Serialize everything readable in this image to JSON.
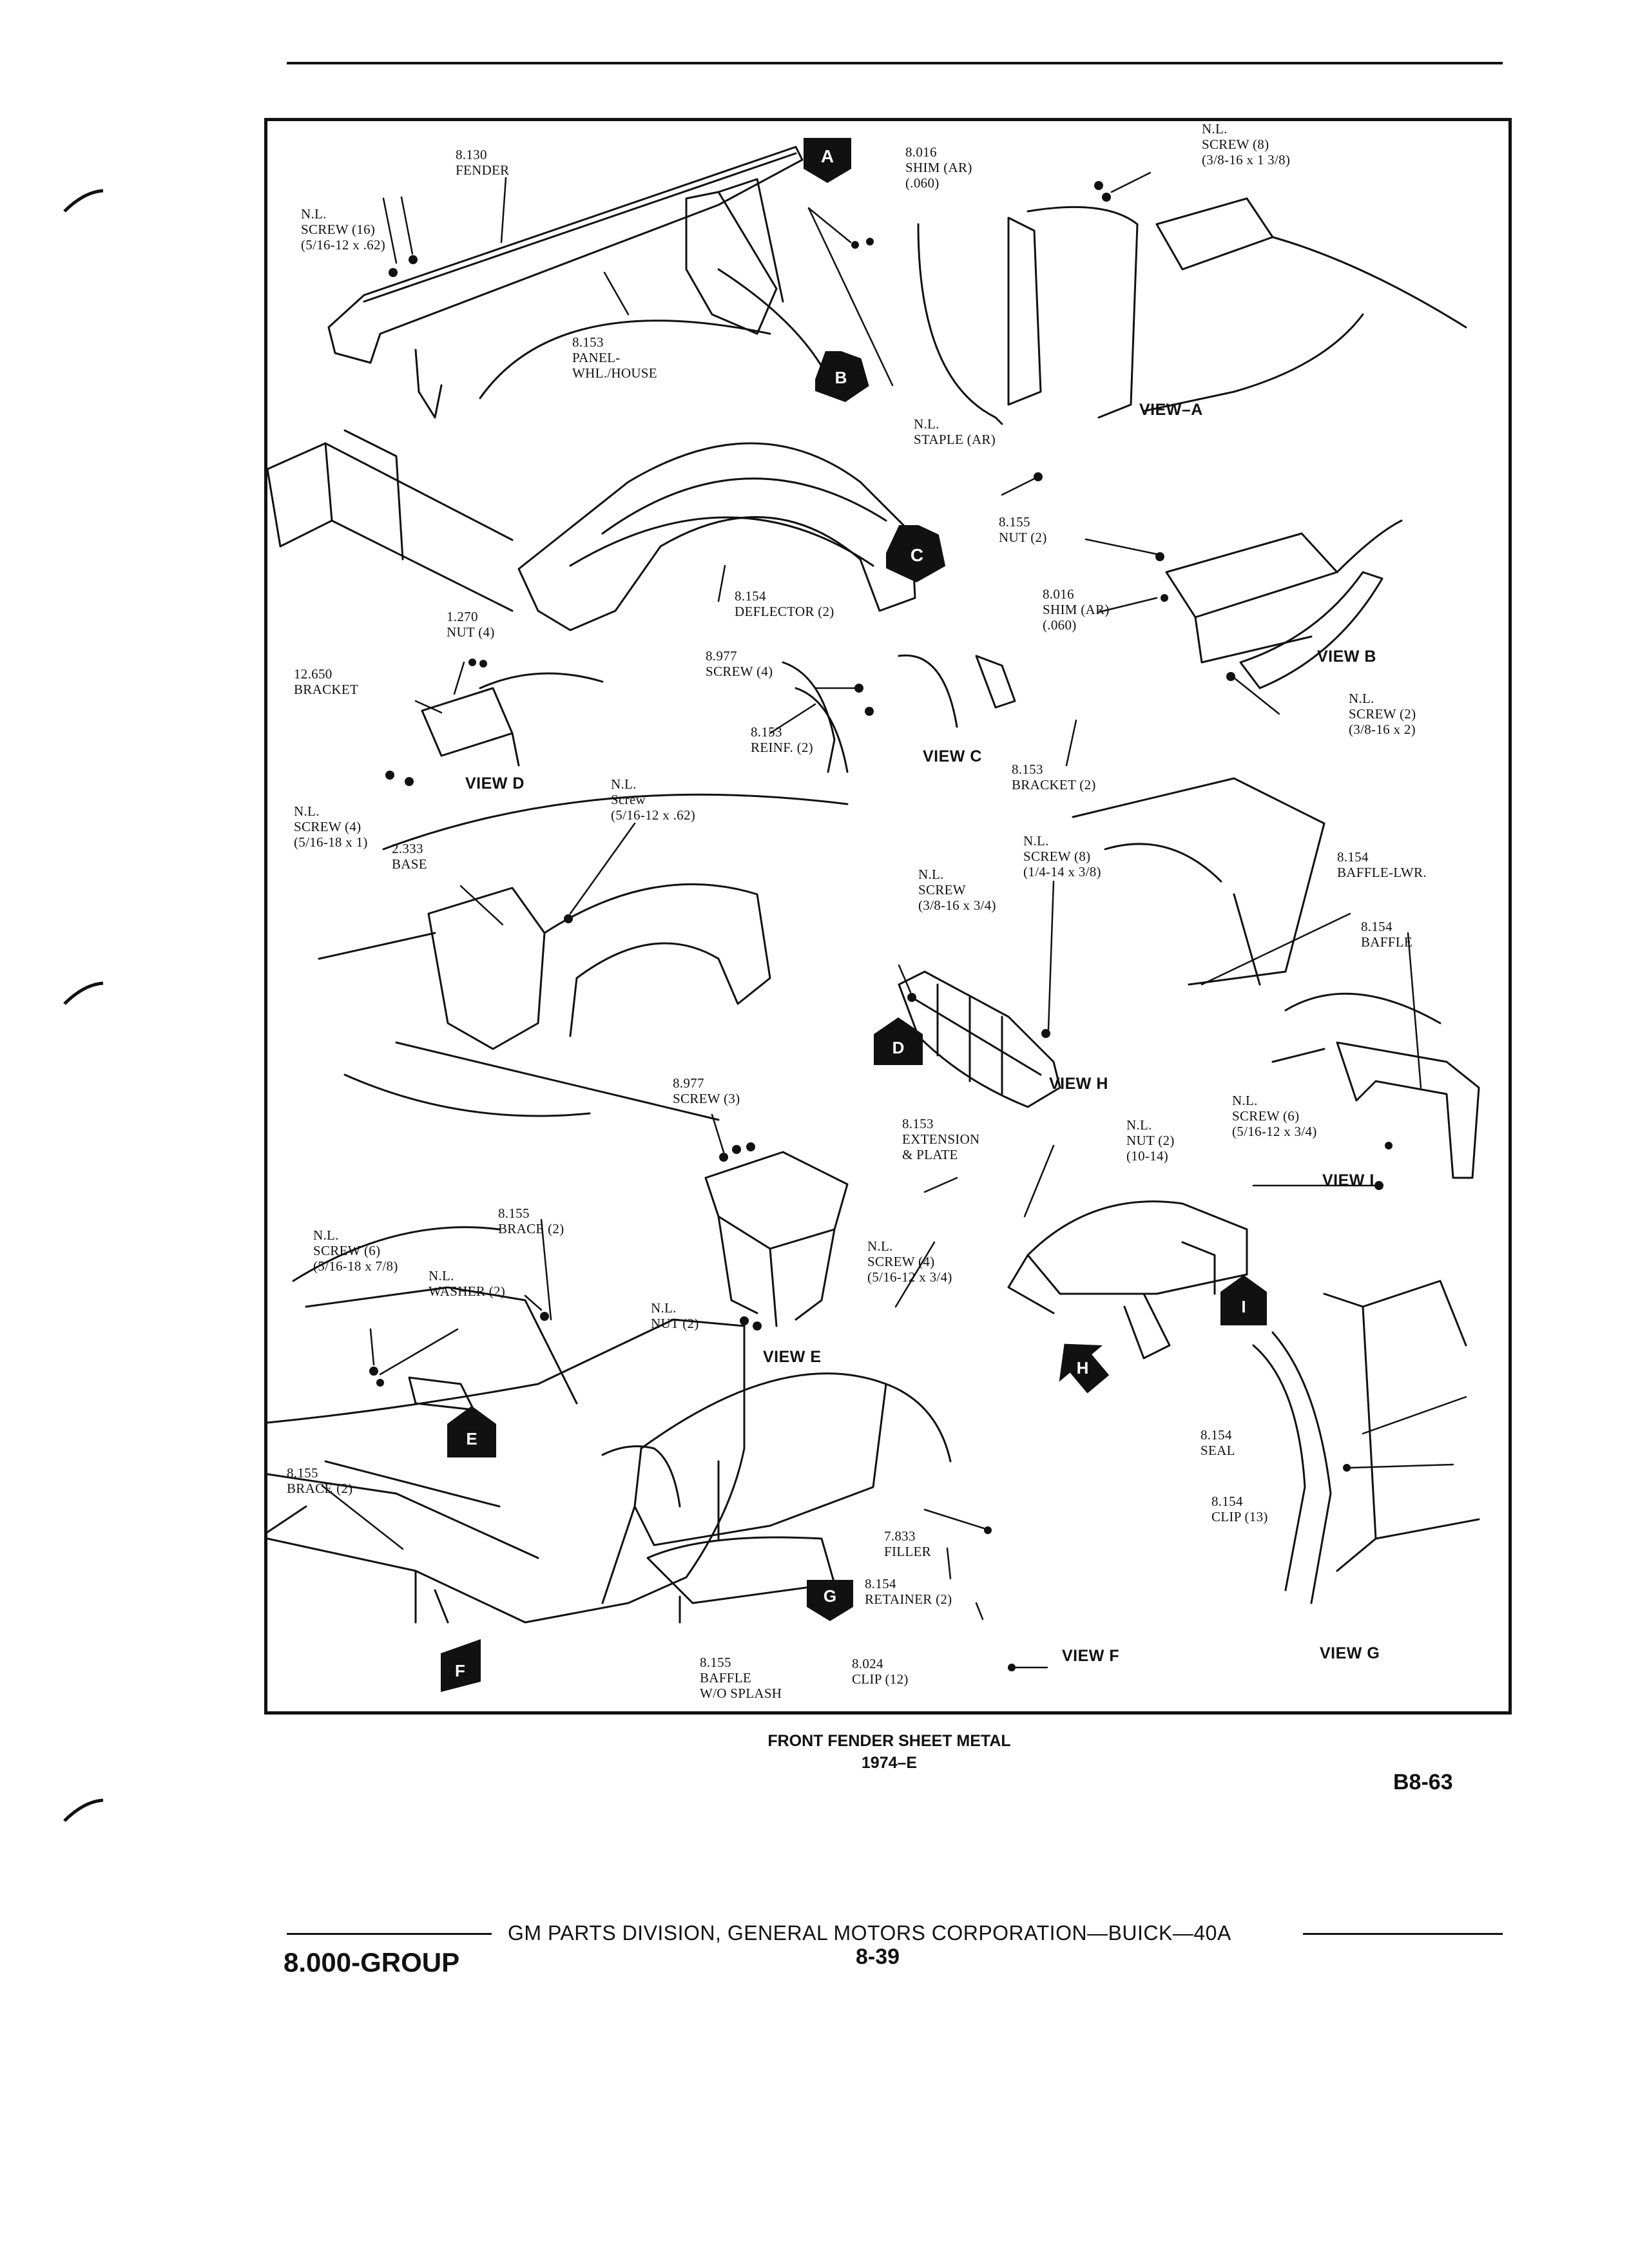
{
  "diagram": {
    "parts": [
      {
        "id": "fender",
        "lines": [
          "8.130",
          "FENDER"
        ]
      },
      {
        "id": "screw-16",
        "lines": [
          "N.L.",
          "SCREW (16)",
          "(5/16-12 x .62)"
        ]
      },
      {
        "id": "panel-whl-house",
        "lines": [
          "8.153",
          "PANEL-",
          "WHL./HOUSE"
        ]
      },
      {
        "id": "shim-a",
        "lines": [
          "8.016",
          "SHIM (AR)",
          "(.060)"
        ]
      },
      {
        "id": "screw-8-a",
        "lines": [
          "N.L.",
          "SCREW (8)",
          "(3/8-16 x 1 3/8)"
        ]
      },
      {
        "id": "staple",
        "lines": [
          "N.L.",
          "STAPLE (AR)"
        ]
      },
      {
        "id": "deflector",
        "lines": [
          "8.154",
          "DEFLECTOR (2)"
        ]
      },
      {
        "id": "nut-b",
        "lines": [
          "8.155",
          "NUT (2)"
        ]
      },
      {
        "id": "shim-b",
        "lines": [
          "8.016",
          "SHIM (AR)",
          "(.060)"
        ]
      },
      {
        "id": "screw-2-b",
        "lines": [
          "N.L.",
          "SCREW (2)",
          "(3/8-16 x 2)"
        ]
      },
      {
        "id": "nut-4-d",
        "lines": [
          "1.270",
          "NUT (4)"
        ]
      },
      {
        "id": "bracket-d",
        "lines": [
          "12.650",
          "BRACKET"
        ]
      },
      {
        "id": "screw-4-d",
        "lines": [
          "N.L.",
          "SCREW (4)",
          "(5/16-18 x 1)"
        ]
      },
      {
        "id": "screw-4-c",
        "lines": [
          "8.977",
          "SCREW (4)"
        ]
      },
      {
        "id": "reinf-c",
        "lines": [
          "8.153",
          "REINF. (2)"
        ]
      },
      {
        "id": "bracket-c",
        "lines": [
          "8.153",
          "BRACKET (2)"
        ]
      },
      {
        "id": "screw-base",
        "lines": [
          "N.L.",
          "Screw",
          "(5/16-12 x .62)"
        ]
      },
      {
        "id": "base",
        "lines": [
          "2.333",
          "BASE"
        ]
      },
      {
        "id": "screw-38",
        "lines": [
          "N.L.",
          "SCREW",
          "(3/8-16 x 3/4)"
        ]
      },
      {
        "id": "screw-8-h",
        "lines": [
          "N.L.",
          "SCREW (8)",
          "(1/4-14 x 3/8)"
        ]
      },
      {
        "id": "baffle-lwr",
        "lines": [
          "8.154",
          "BAFFLE-LWR."
        ]
      },
      {
        "id": "baffle-h",
        "lines": [
          "8.154",
          "BAFFLE"
        ]
      },
      {
        "id": "screw-3-e",
        "lines": [
          "8.977",
          "SCREW (3)"
        ]
      },
      {
        "id": "extension-plate",
        "lines": [
          "8.153",
          "EXTENSION",
          "& PLATE"
        ]
      },
      {
        "id": "nut-2-h",
        "lines": [
          "N.L.",
          "NUT (2)",
          "(10-14)"
        ]
      },
      {
        "id": "screw-6-i",
        "lines": [
          "N.L.",
          "SCREW (6)",
          "(5/16-12 x 3/4)"
        ]
      },
      {
        "id": "brace-e",
        "lines": [
          "8.155",
          "BRACE (2)"
        ]
      },
      {
        "id": "screw-6-e",
        "lines": [
          "N.L.",
          "SCREW (6)",
          "(5/16-18 x 7/8)"
        ]
      },
      {
        "id": "washer",
        "lines": [
          "N.L.",
          "WASHER (2)"
        ]
      },
      {
        "id": "nut-2-e",
        "lines": [
          "N.L.",
          "NUT (2)"
        ]
      },
      {
        "id": "screw-4-e",
        "lines": [
          "N.L.",
          "SCREW (4)",
          "(5/16-12 x 3/4)"
        ]
      },
      {
        "id": "brace-lower",
        "lines": [
          "8.155",
          "BRACE (2)"
        ]
      },
      {
        "id": "seal",
        "lines": [
          "8.154",
          "SEAL"
        ]
      },
      {
        "id": "clip-13",
        "lines": [
          "8.154",
          "CLIP (13)"
        ]
      },
      {
        "id": "filler",
        "lines": [
          "7.833",
          "FILLER"
        ]
      },
      {
        "id": "retainer",
        "lines": [
          "8.154",
          "RETAINER (2)"
        ]
      },
      {
        "id": "baffle-splash",
        "lines": [
          "8.155",
          "BAFFLE",
          "W/O SPLASH"
        ]
      },
      {
        "id": "clip-12",
        "lines": [
          "8.024",
          "CLIP (12)"
        ]
      }
    ],
    "views": {
      "a": "VIEW–A",
      "b": "VIEW B",
      "c": "VIEW C",
      "d": "VIEW D",
      "e": "VIEW E",
      "f": "VIEW F",
      "g": "VIEW G",
      "h": "VIEW H",
      "i": "VIEW I"
    },
    "markers": {
      "a": "A",
      "b": "B",
      "c": "C",
      "d": "D",
      "e": "E",
      "f": "F",
      "g": "G",
      "h": "H",
      "i": "I"
    },
    "caption": {
      "title": "FRONT FENDER SHEET METAL",
      "subtitle": "1974–E"
    },
    "code": "B8-63"
  },
  "footer": {
    "division": "GM PARTS DIVISION, GENERAL MOTORS CORPORATION—BUICK—40A",
    "group": "8.000-GROUP",
    "page": "8-39"
  }
}
